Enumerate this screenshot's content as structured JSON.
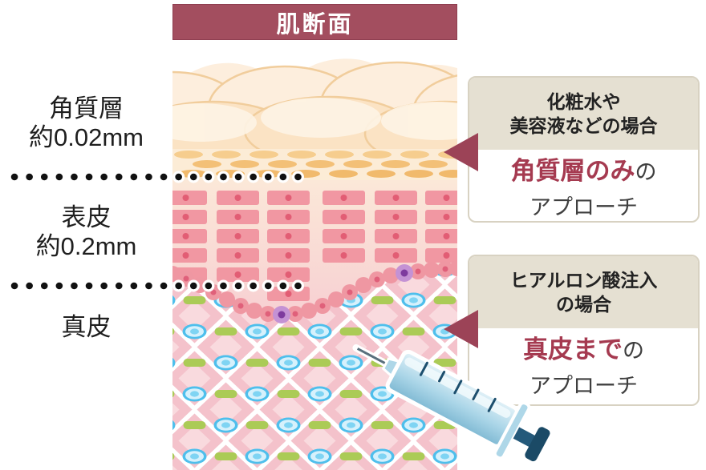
{
  "title": "肌断面",
  "layers": [
    {
      "name": "角質層",
      "depth": "約0.02mm"
    },
    {
      "name": "表皮",
      "depth": "約0.2mm"
    },
    {
      "name": "真皮",
      "depth": ""
    }
  ],
  "callouts": [
    {
      "header_line1": "化粧水や",
      "header_line2": "美容液などの場合",
      "highlight": "角質層のみ",
      "suffix": "の",
      "approach": "アプローチ"
    },
    {
      "header_line1": "ヒアルロン酸注入",
      "header_line2": "の場合",
      "highlight": "真皮まで",
      "suffix": "の",
      "approach": "アプローチ"
    }
  ],
  "colors": {
    "title_bg": "#a34e5f",
    "accent_red": "#a53a50",
    "callout_header_bg": "#e5e0d2",
    "callout_border": "#d8d2c2",
    "arrow": "#9c4357",
    "text_dark": "#1f1f1f",
    "text_gray": "#3f3f3f",
    "dermis_diamond_pink": "#f4c2cb",
    "collagen_green": "#abcb56",
    "cell_blue": "#4ebfec",
    "epidermis_brick_pink": "#f197a2",
    "corneum_cream": "#fbe3c4",
    "syringe_blue": "#abd6e8",
    "syringe_navy": "#1b4a66"
  },
  "icons": {
    "syringe": "syringe-icon",
    "callout_arrow": "triangle-left-icon",
    "boundary": "dotted-line"
  }
}
